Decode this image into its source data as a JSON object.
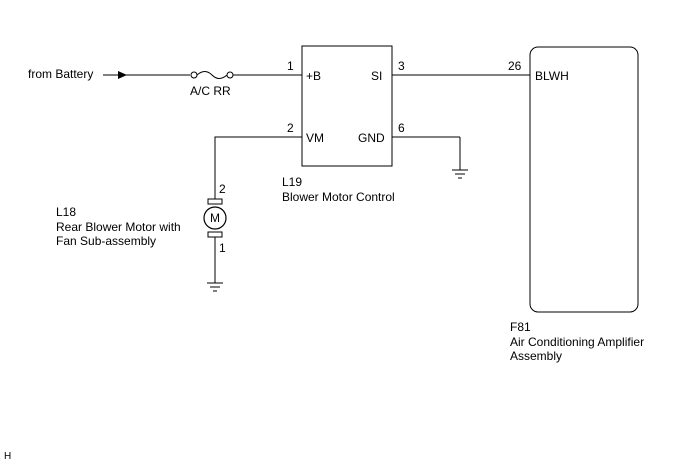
{
  "source": {
    "label": "from Battery"
  },
  "fuse": {
    "label": "A/C RR"
  },
  "blower_control": {
    "code": "L19",
    "name": "Blower Motor Control",
    "pins": {
      "b": {
        "num": "1",
        "label": "+B"
      },
      "vm": {
        "num": "2",
        "label": "VM"
      },
      "si": {
        "num": "3",
        "label": "SI"
      },
      "gnd": {
        "num": "6",
        "label": "GND"
      }
    }
  },
  "amplifier": {
    "code": "F81",
    "name_line1": "Air Conditioning Amplifier",
    "name_line2": "Assembly",
    "pin": {
      "num": "26",
      "label": "BLWH"
    }
  },
  "motor": {
    "code": "L18",
    "name_line1": "Rear Blower Motor with",
    "name_line2": "Fan Sub-assembly",
    "symbol": "M",
    "pin_top": "2",
    "pin_bottom": "1"
  },
  "corner_mark": "H"
}
